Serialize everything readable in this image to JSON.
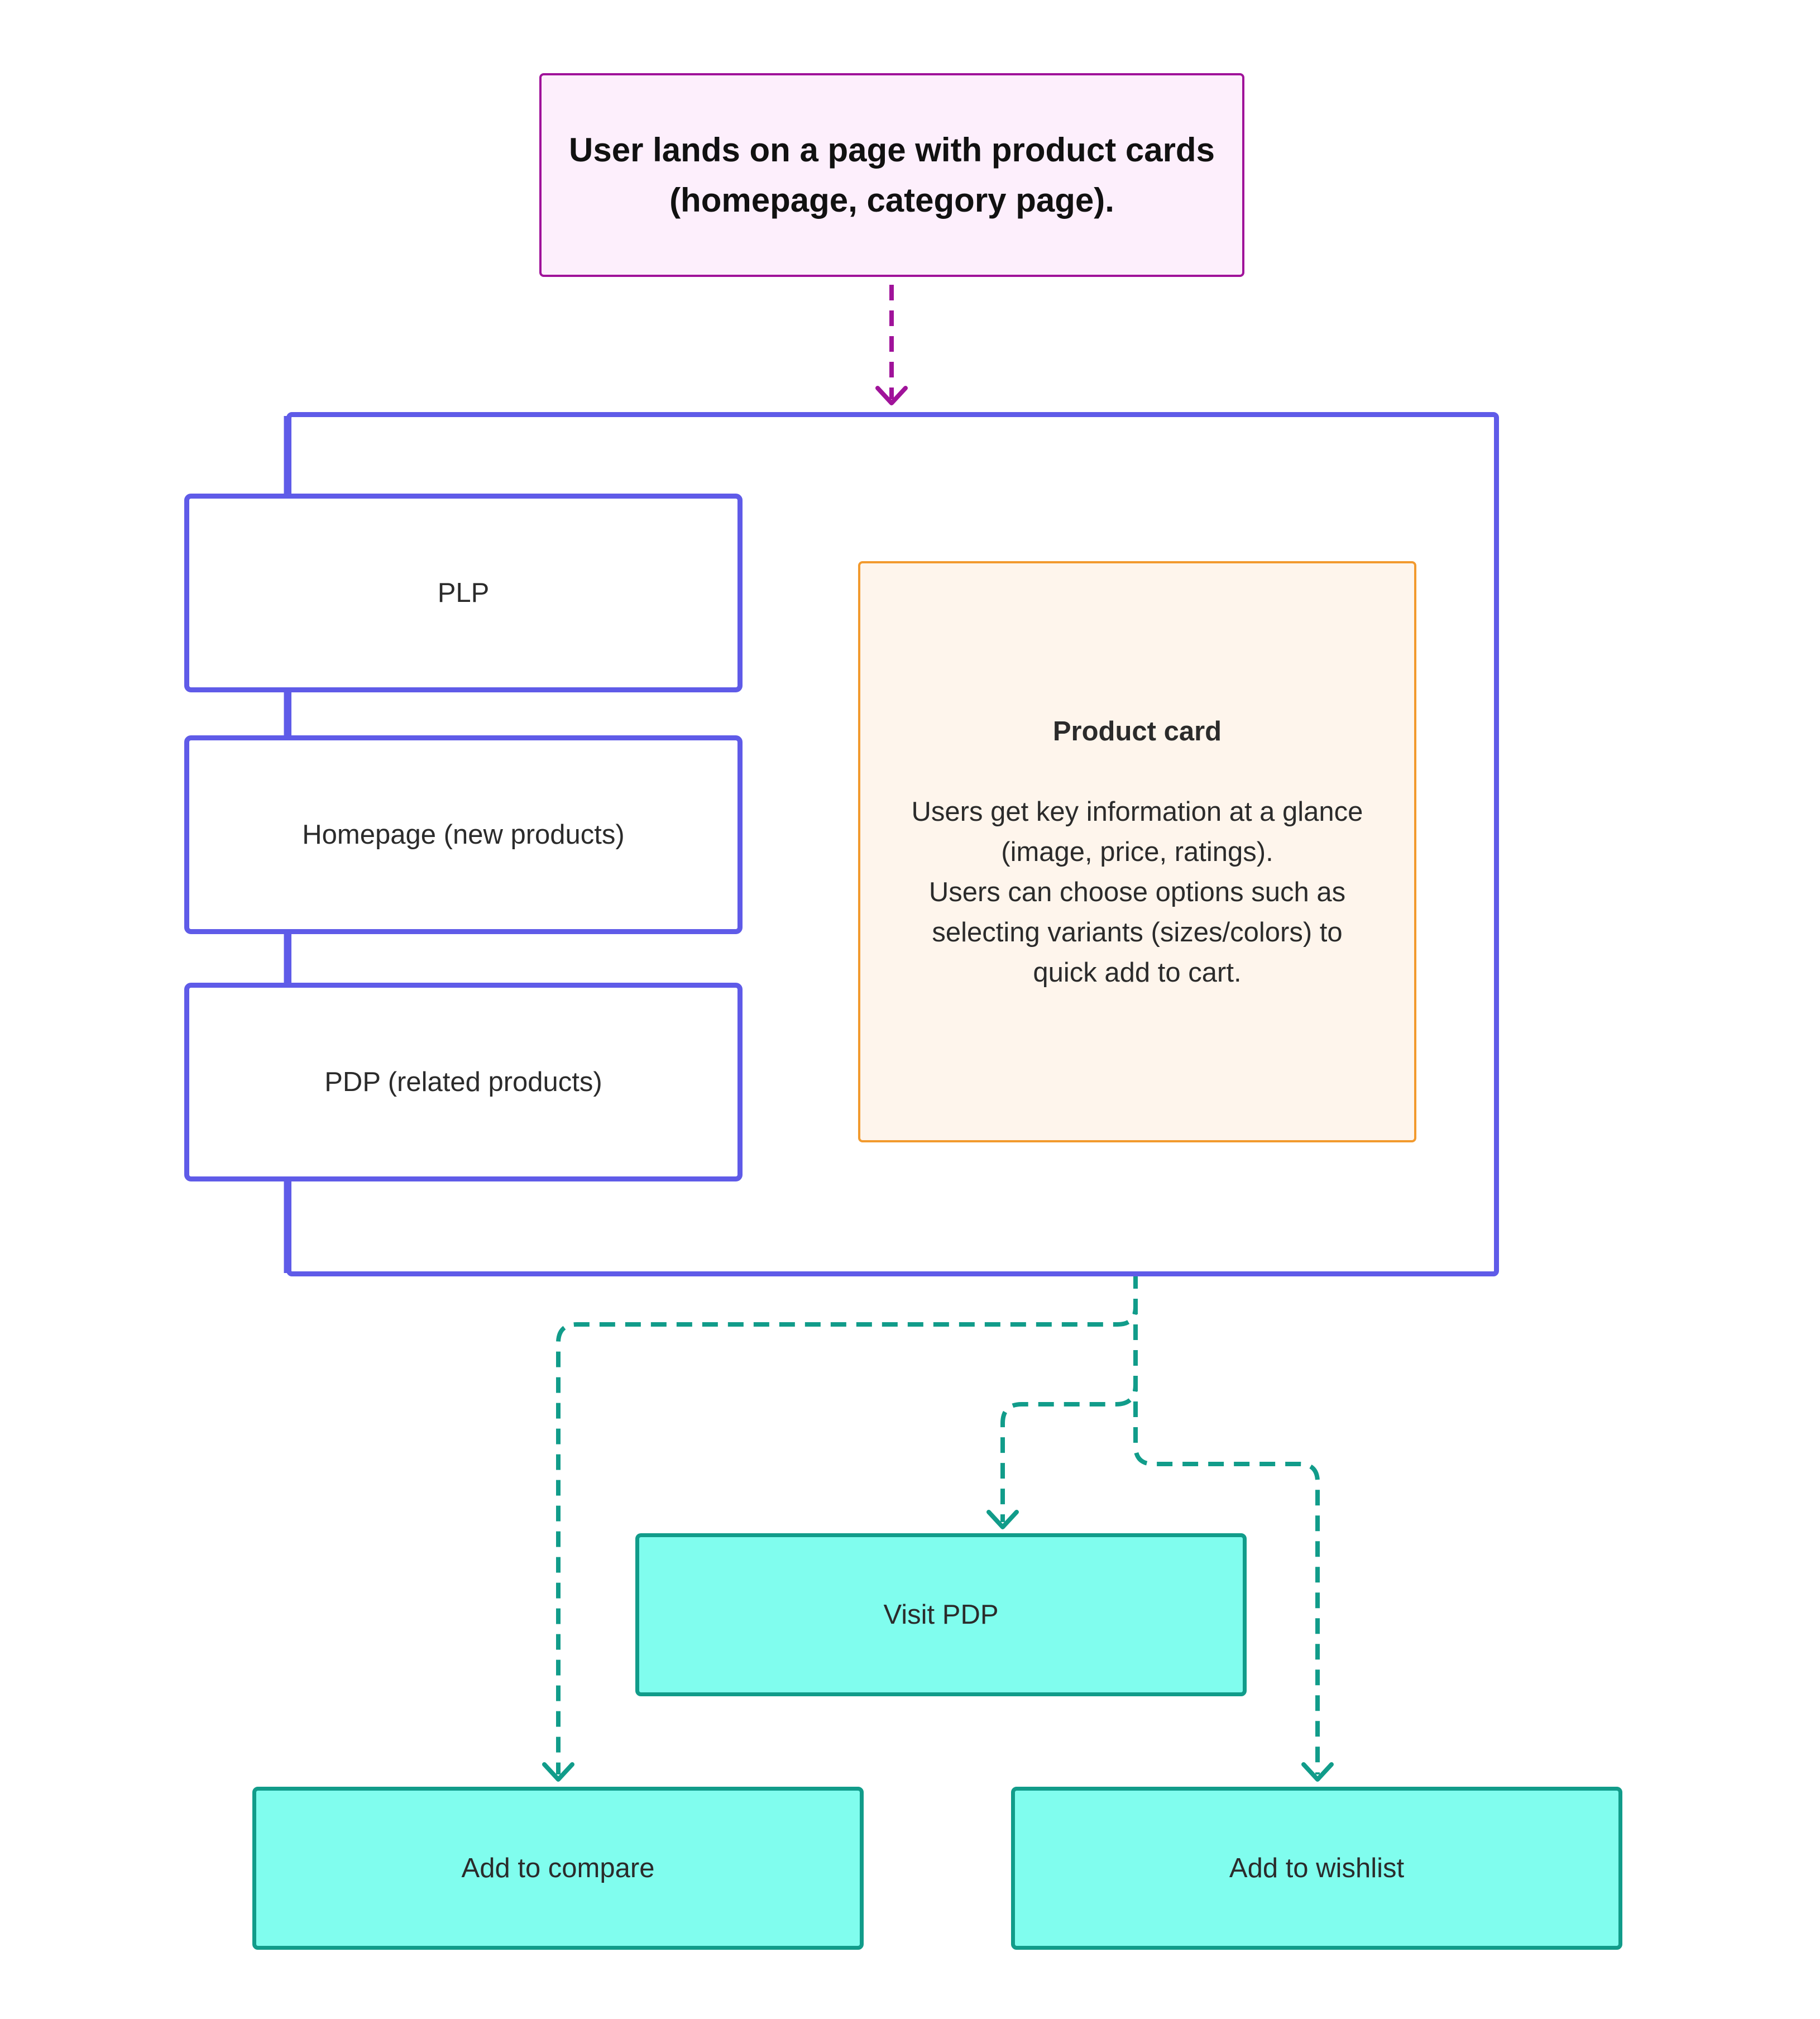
{
  "diagram": {
    "start_node": {
      "lines": [
        "User lands on a page with product cards",
        "(homepage, category page)."
      ]
    },
    "page_nodes": [
      {
        "label": "PLP"
      },
      {
        "label": "Homepage (new products)"
      },
      {
        "label": "PDP (related products)"
      }
    ],
    "product_card": {
      "title": "Product card",
      "lines": [
        "Users get key information at a glance",
        "(image, price, ratings).",
        "Users can choose options such as",
        "selecting variants (sizes/colors) to",
        "quick add to cart."
      ]
    },
    "actions": {
      "visit_pdp": "Visit PDP",
      "add_to_compare": "Add to compare",
      "add_to_wishlist": "Add to wishlist"
    },
    "colors": {
      "start_fill": "#fdeffc",
      "start_border": "#a0139a",
      "group_border": "#5f5be8",
      "card_fill": "#fef5ec",
      "card_border": "#f29a2e",
      "action_fill": "#80fdee",
      "action_border": "#119c8a"
    }
  }
}
